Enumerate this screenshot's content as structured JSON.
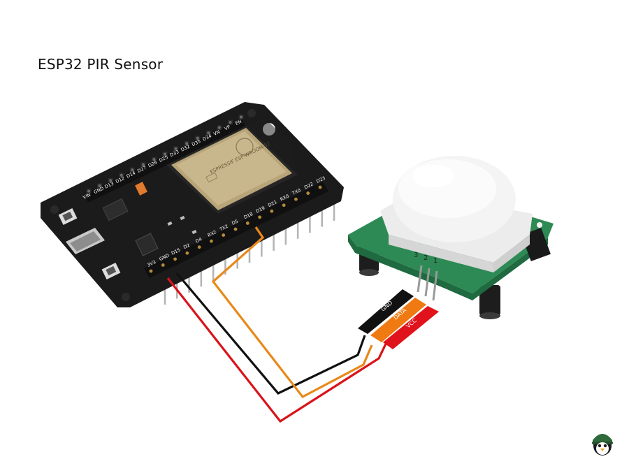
{
  "title": "ESP32 PIR Sensor",
  "esp32": {
    "top_pins": [
      "VIN",
      "GND",
      "D13",
      "D12",
      "D14",
      "D27",
      "D26",
      "D25",
      "D33",
      "D32",
      "D35",
      "D34",
      "VN",
      "VP",
      "EN"
    ],
    "bottom_pins": [
      "3V3",
      "GND",
      "D15",
      "D2",
      "D4",
      "RX2",
      "TX2",
      "D5",
      "D18",
      "D19",
      "D21",
      "RX0",
      "TX0",
      "D22",
      "D23"
    ],
    "module_text": "ESPRESSIF ESP-WROOM-32"
  },
  "pir": {
    "pin_numbers": [
      "3",
      "2",
      "1"
    ],
    "wire_labels": [
      "GND",
      "DATA",
      "VCC"
    ]
  },
  "colors": {
    "board": "#1b1b1b",
    "pcb_green": "#2e8a55",
    "wire_gnd": "#111111",
    "wire_data": "#e8891a",
    "wire_vcc": "#d8141a"
  },
  "logo_icon": "penguin-helmet-icon"
}
